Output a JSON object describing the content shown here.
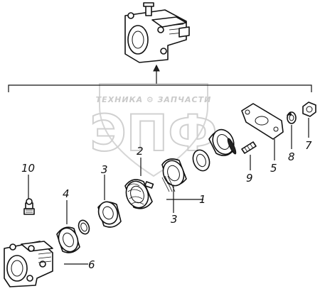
{
  "watermark": {
    "brand_line": "ТЕХНИКА ⚙ ЗАПЧАСТИ",
    "logo": "ЭПФ"
  },
  "callouts": {
    "p1": "1",
    "p2": "2",
    "p3a": "3",
    "p3b": "3",
    "p4": "4",
    "p5": "5",
    "p6": "6",
    "p7": "7",
    "p8": "8",
    "p9": "9",
    "p10": "10"
  }
}
